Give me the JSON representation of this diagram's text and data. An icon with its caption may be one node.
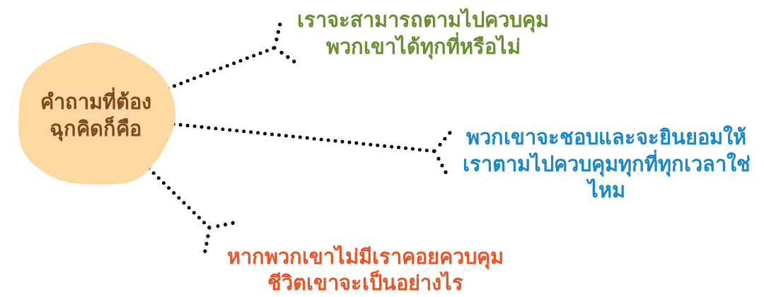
{
  "diagram": {
    "nodes": [
      {
        "text": [
          "คำถามที่ต้องฉุกคิดก็คือ"
        ]
      },
      {
        "text": [
          "เราจะสามารถตามไปควบคุมพวกเขาได้ทุกที่หรือไม่"
        ]
      },
      {
        "text": [
          "พวกเขาจะชอบและจะยินยอมให้เราตามไปควบคุมทุกที่ทุกเวลาใช่ไหม"
        ]
      },
      {
        "text": [
          "หากพวกเขาไม่มีเราคอยควบคุมชีวิตเขาจะเป็นอย่างไร"
        ]
      }
    ],
    "edges": [
      {
        "from": 0,
        "to": 1,
        "arrow": "other"
      },
      {
        "from": 0,
        "to": 2,
        "arrow": "other"
      },
      {
        "from": 0,
        "to": 3,
        "arrow": "other"
      }
    ]
  }
}
